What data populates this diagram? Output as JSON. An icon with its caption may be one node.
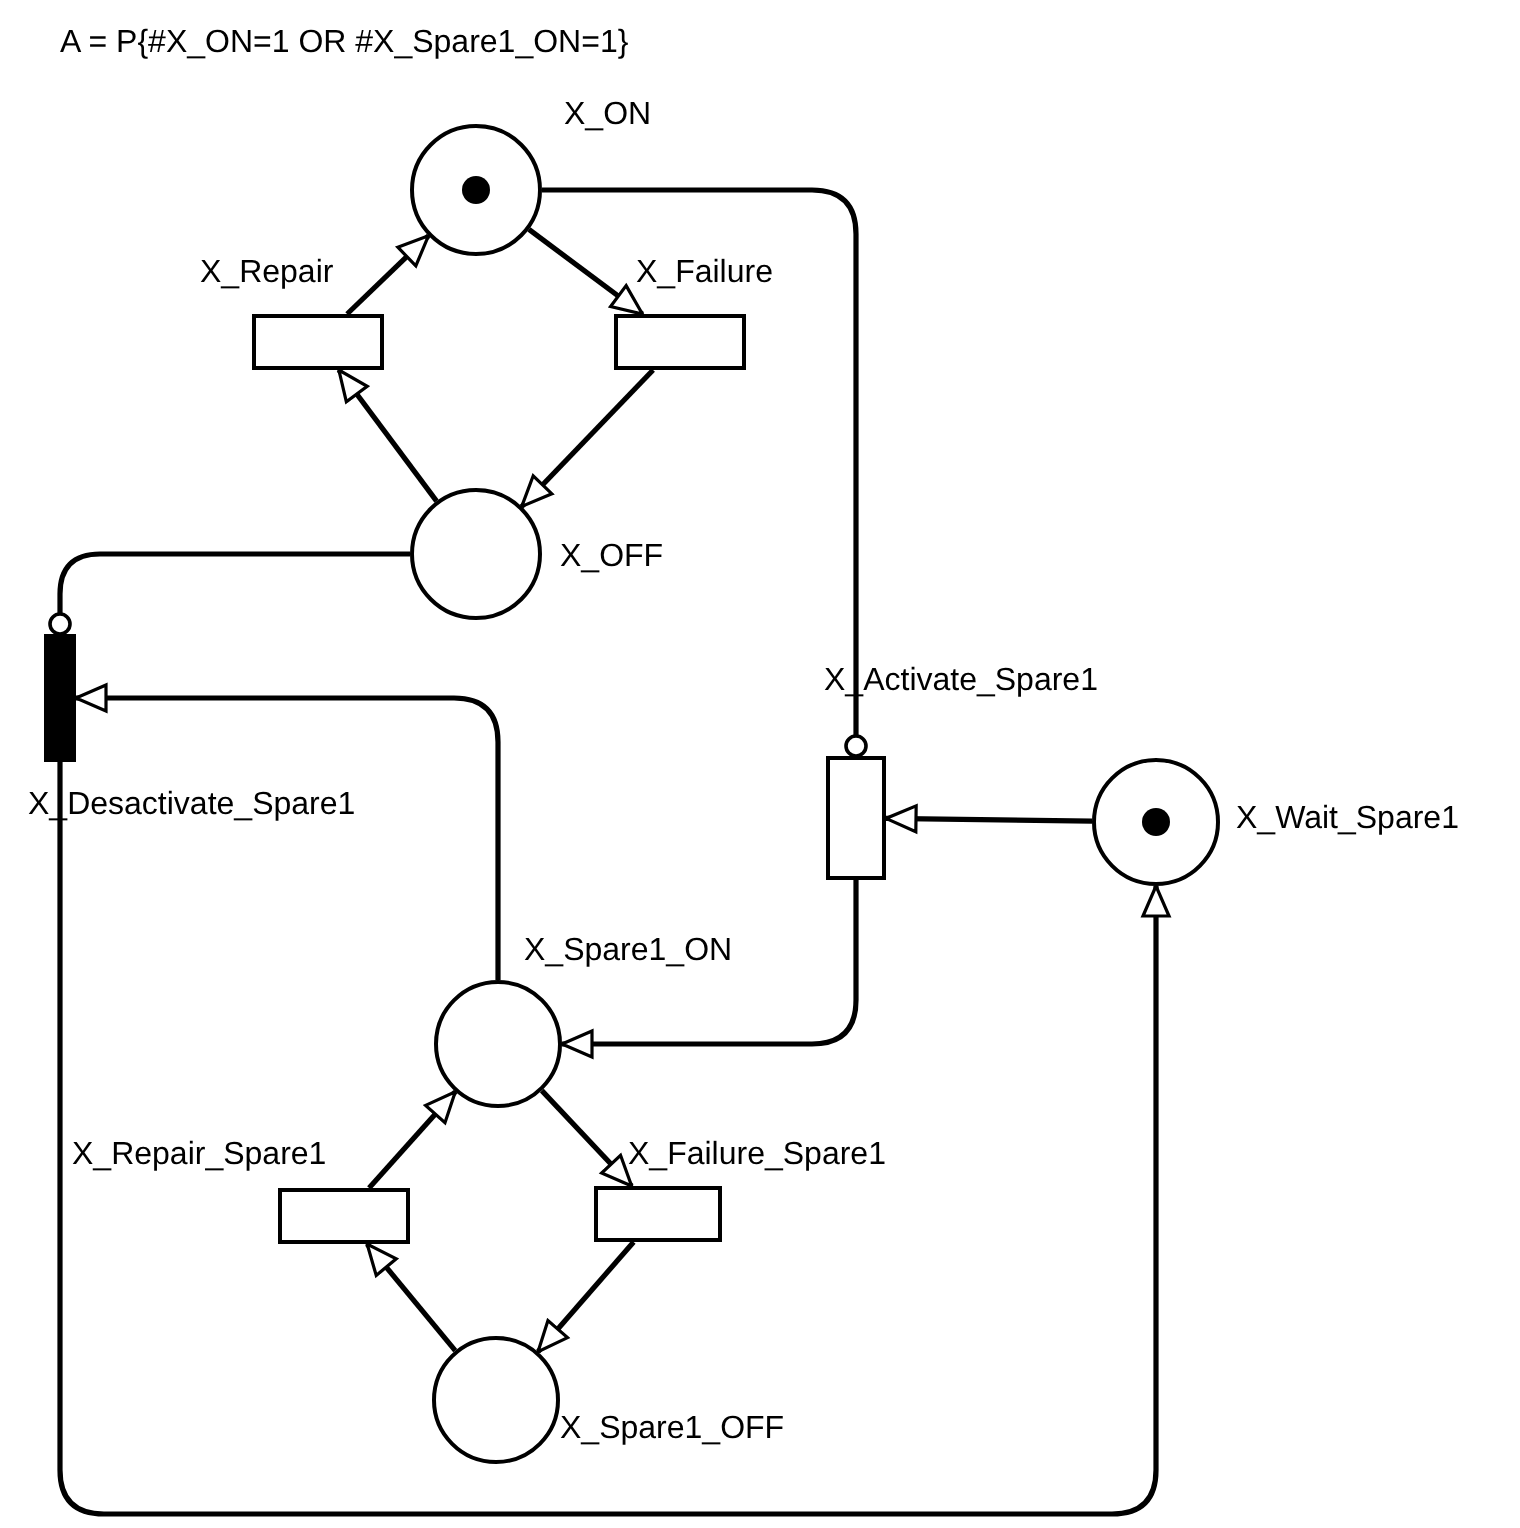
{
  "diagram": {
    "nodes": [
      {
        "text": [
          "X_ON"
        ]
      },
      {
        "text": [
          "X_Repair"
        ]
      },
      {
        "text": [
          "X_Failure"
        ]
      },
      {
        "text": [
          "X_OFF"
        ]
      },
      {
        "text": [
          "X_Activate_Spare1"
        ]
      },
      {
        "text": [
          "X_Wait_Spare1"
        ]
      },
      {
        "text": [
          "X_Desactivate_Spare1"
        ]
      },
      {
        "text": [
          "X_Spare1_ON"
        ]
      },
      {
        "text": [
          "X_Repair_Spare1"
        ]
      },
      {
        "text": [
          "X_Failure_Spare1"
        ]
      },
      {
        "text": [
          "X_Spare1_OFF"
        ]
      }
    ],
    "edges": [
      {
        "from": 1,
        "to": 0,
        "arrow": "to"
      },
      {
        "from": 0,
        "to": 2,
        "arrow": "to"
      },
      {
        "from": 2,
        "to": 3,
        "arrow": "to"
      },
      {
        "from": 3,
        "to": 1,
        "arrow": "to"
      },
      {
        "from": 0,
        "to": 4,
        "arrow": "other"
      },
      {
        "from": 5,
        "to": 4,
        "arrow": "to"
      },
      {
        "from": 4,
        "to": 7,
        "arrow": "to"
      },
      {
        "from": 3,
        "to": 6,
        "arrow": "other"
      },
      {
        "from": 7,
        "to": 6,
        "arrow": "to"
      },
      {
        "from": 6,
        "to": 5,
        "arrow": "to"
      },
      {
        "from": 7,
        "to": 9,
        "arrow": "to"
      },
      {
        "from": 9,
        "to": 10,
        "arrow": "to"
      },
      {
        "from": 10,
        "to": 8,
        "arrow": "to"
      },
      {
        "from": 8,
        "to": 7,
        "arrow": "to"
      }
    ],
    "labels": [
      "A = P{#X_ON=1 OR #X_Spare1_ON=1}"
    ]
  }
}
